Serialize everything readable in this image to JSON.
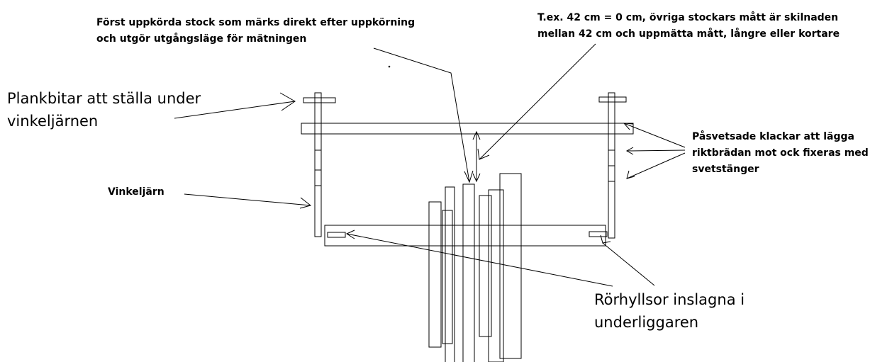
{
  "labels": {
    "first_log": [
      "Först uppkörda stock som märks direkt efter uppkörning",
      "och utgör utgångsläge för mätningen"
    ],
    "example": [
      "T.ex. 42 cm = 0 cm, övriga stockars mått är skilnaden",
      "mellan 42 cm och uppmätta mått, långre eller kortare"
    ],
    "plank_pieces": [
      "Plankbitar att ställa under",
      "vinkeljärnen"
    ],
    "welded_cleats": [
      "Påsvetsade klackar att lägga",
      "riktbrädan mot ock fixeras med",
      "svetstänger"
    ],
    "angle_iron": "Vinkeljärn",
    "pipe_sleeves": [
      "Rörhyllsor inslagna i",
      "underliggaren"
    ]
  },
  "colors": {
    "line": "#000000",
    "background": "#ffffff"
  }
}
